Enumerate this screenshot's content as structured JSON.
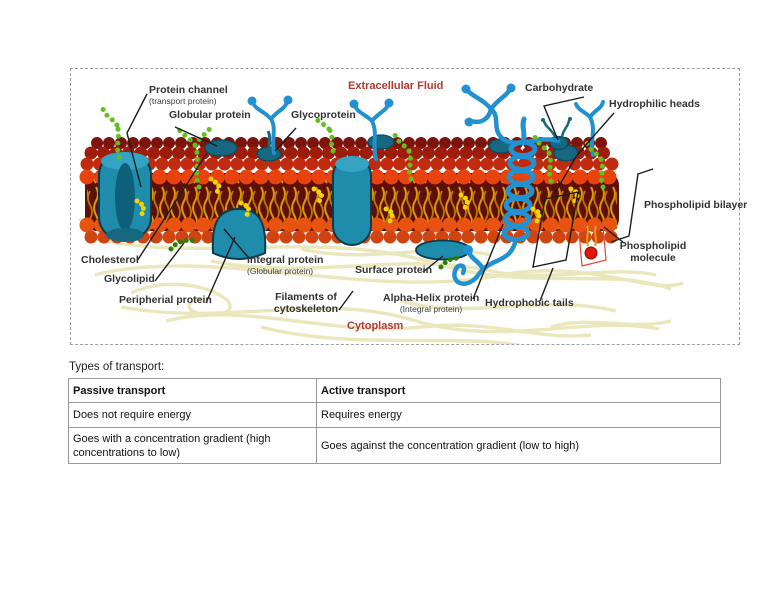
{
  "figure": {
    "labels": {
      "protein_channel": "Protein channel",
      "protein_channel_sub": "(transport protein)",
      "globular_protein": "Globular protein",
      "glycoprotein": "Glycoprotein",
      "extracellular_fluid": "Extracellular Fluid",
      "carbohydrate": "Carbohydrate",
      "hydrophilic_heads": "Hydrophilic heads",
      "phospholipid_bilayer": "Phospholipid bilayer",
      "phospholipid_molecule_line1": "Phospholipid",
      "phospholipid_molecule_line2": "molecule",
      "cholesterol": "Cholesterol",
      "glycolipid": "Glycolipid",
      "peripherial_protein": "Peripherial protein",
      "integral_protein": "Integral protein",
      "integral_protein_sub": "(Globular protein)",
      "surface_protein": "Surface protein",
      "filaments_line1": "Filaments of",
      "filaments_line2": "cytoskeleton",
      "alpha_helix_protein": "Alpha-Helix protein",
      "alpha_helix_protein_sub": "(Integral protein)",
      "hydrophobic_tails": "Hydrophobic tails",
      "cytoplasm": "Cytoplasm"
    },
    "colors": {
      "label_red": "#b03a31",
      "membrane_head_red": "#e8430e",
      "tails_gold": "#dd9608",
      "protein_teal": "#1f8cab",
      "glycan_green": "#62bf1e",
      "strand_blue": "#2191d0",
      "filament_cream": "#ebe7bd",
      "highlight_red": "#e4483a"
    }
  },
  "section_title": "Types of transport:",
  "table": {
    "headers": [
      "Passive transport",
      "Active transport"
    ],
    "rows": [
      [
        "Does not require energy",
        "Requires energy"
      ],
      [
        "Goes with a concentration gradient (high concentrations to low)",
        "Goes against the concentration gradient (low to high)"
      ]
    ]
  }
}
